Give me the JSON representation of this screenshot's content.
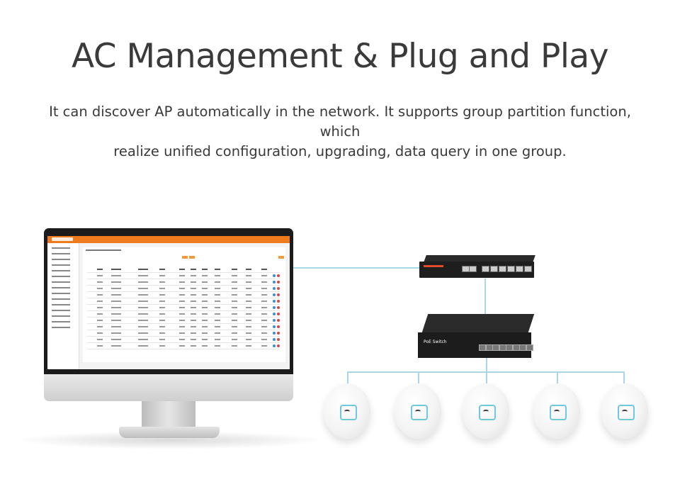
{
  "header": {
    "title": "AC Management & Plug and Play",
    "subtitle_line1": "It can discover AP automatically in the network. It supports group partition function, which",
    "subtitle_line2": "realize unified configuration, upgrading, data query in one group."
  },
  "devices": {
    "switch_label": "PoE Switch",
    "access_point_count": 5
  },
  "colors": {
    "ui_accent": "#f07b1c",
    "link_line": "#a9d6e8",
    "ap_logo": "#6cc9e0"
  }
}
